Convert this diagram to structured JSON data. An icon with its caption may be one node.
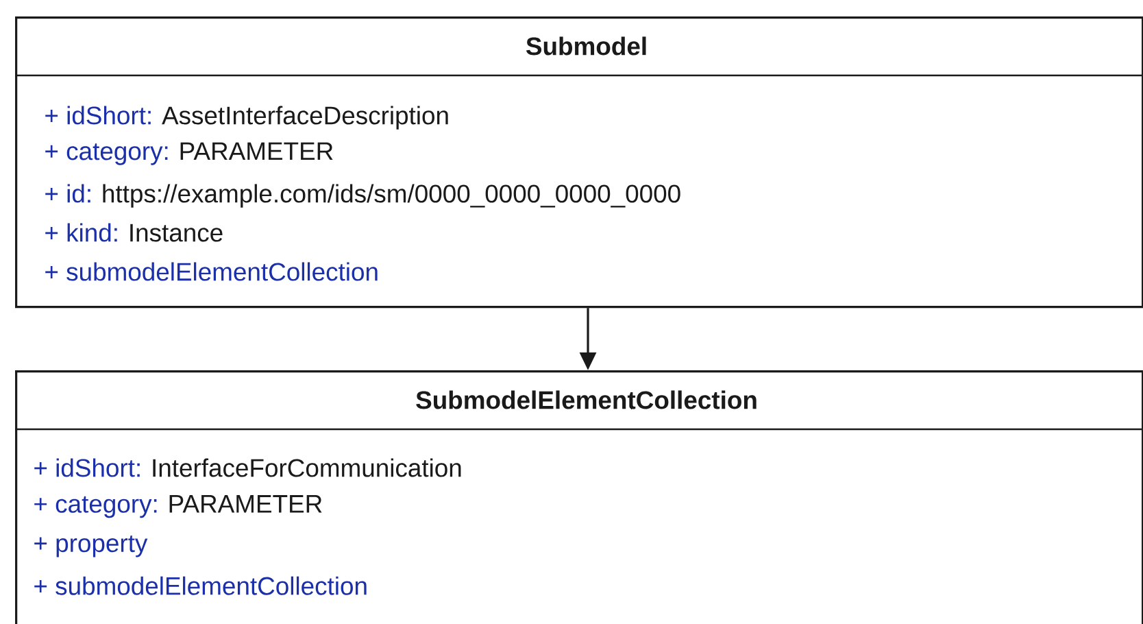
{
  "diagram": {
    "nodes": [
      {
        "text": [
          "Submodel",
          "+ idShort:",
          "AssetInterfaceDescription",
          "+ category:",
          "PARAMETER",
          "+ id:",
          "https://example.com/ids/sm/0000_0000_0000_0000",
          "+ kind:",
          "Instance",
          "+ submodelElementCollection"
        ]
      },
      {
        "text": [
          "SubmodelElementCollection",
          "+ idShort:",
          "InterfaceForCommunication",
          "+ category:",
          "PARAMETER",
          "+ property",
          "+ submodelElementCollection"
        ]
      }
    ],
    "edges": [
      {
        "from": 0,
        "to": 1,
        "arrow": "to"
      }
    ]
  }
}
